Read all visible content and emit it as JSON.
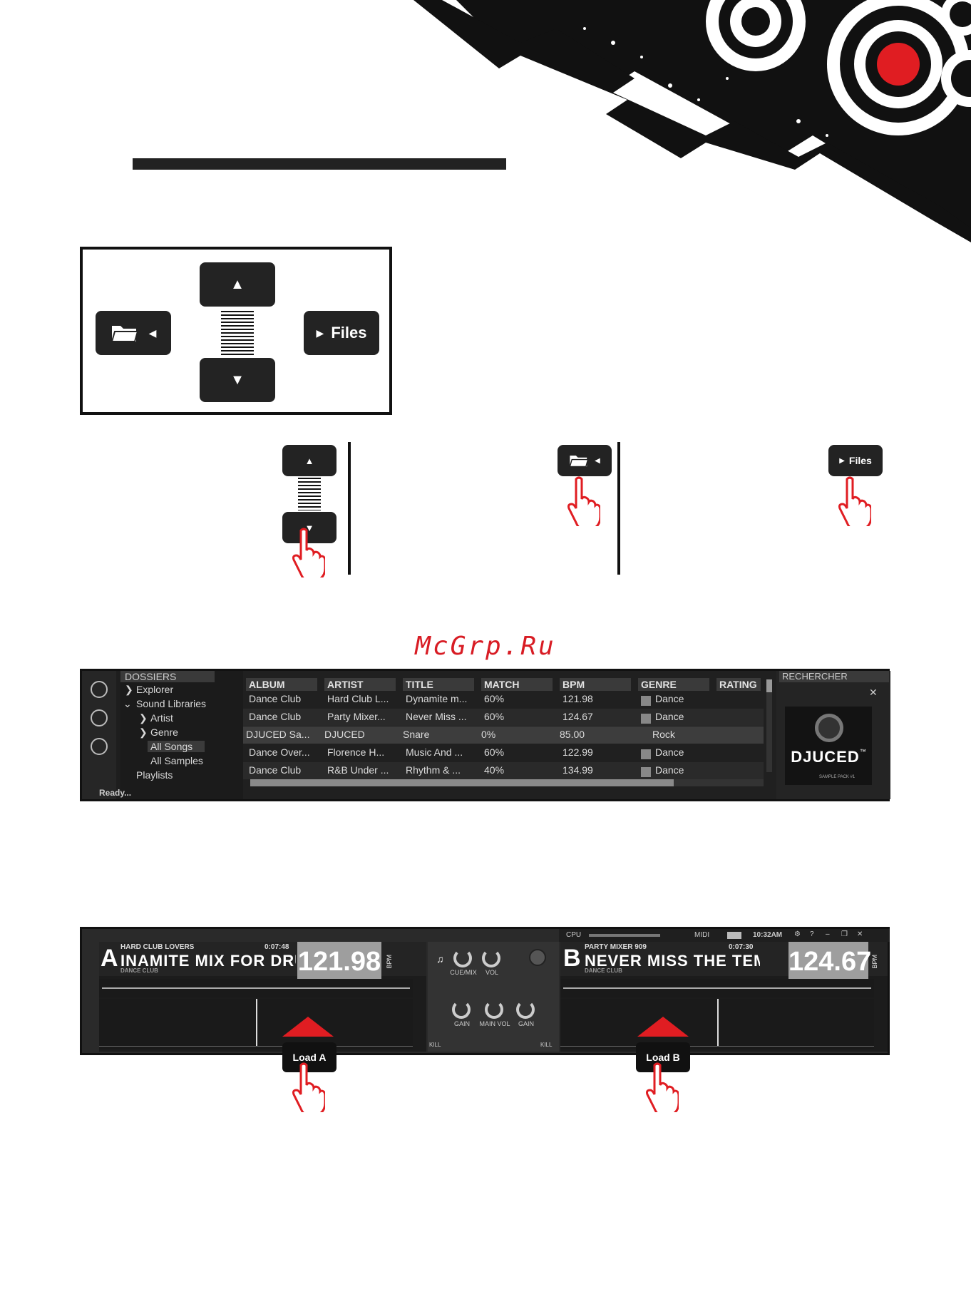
{
  "controller": {
    "files_label": "Files"
  },
  "watermark": "McGrp.Ru",
  "browser": {
    "folders_header": "DOSSIERS",
    "tree": [
      "Explorer",
      "Sound Libraries",
      "Artist",
      "Genre",
      "All Songs",
      "All Samples",
      "Playlists"
    ],
    "status": "Ready...",
    "columns": [
      "ALBUM",
      "ARTIST",
      "TITLE",
      "MATCH",
      "BPM",
      "GENRE",
      "RATING"
    ],
    "rows": [
      {
        "album": "Dance Club",
        "artist": "Hard Club L...",
        "title": "Dynamite m...",
        "match": "60%",
        "bpm": "121.98",
        "genre": "Dance"
      },
      {
        "album": "Dance Club",
        "artist": "Party Mixer...",
        "title": "Never Miss ...",
        "match": "60%",
        "bpm": "124.67",
        "genre": "Dance"
      },
      {
        "album": "DJUCED Sa...",
        "artist": "DJUCED",
        "title": "Snare",
        "match": "0%",
        "bpm": "85.00",
        "genre": "Rock"
      },
      {
        "album": "Dance Over...",
        "artist": "Florence H...",
        "title": "Music And ...",
        "match": "60%",
        "bpm": "122.99",
        "genre": "Dance"
      },
      {
        "album": "Dance Club",
        "artist": "R&B Under ...",
        "title": "Rhythm & ...",
        "match": "40%",
        "bpm": "134.99",
        "genre": "Dance"
      }
    ],
    "search_header": "RECHERCHER",
    "close_glyph": "✕",
    "logo_text": "DJUCED",
    "logo_tm": "™",
    "logo_caption": "SAMPLE PACK #1"
  },
  "decks": {
    "topbar": {
      "cpu": "CPU",
      "midi": "MIDI",
      "time": "10:32AM"
    },
    "deck_a": {
      "letter": "A",
      "artist": "HARD CLUB LOVERS",
      "time": "0:07:48",
      "title": "INAMITE MIX FOR DRUMS A",
      "album": "DANCE CLUB",
      "bpm": "121.98",
      "bpm_unit": "BPM"
    },
    "deck_b": {
      "letter": "B",
      "artist": "PARTY MIXER 909",
      "time": "0:07:30",
      "title": "NEVER MISS THE TEMPO",
      "album": "DANCE CLUB",
      "bpm": "124.67",
      "bpm_unit": "BPM"
    },
    "mixer": {
      "cue_mix": "CUE/MIX",
      "vol": "VOL",
      "gain_left": "GAIN",
      "main_vol": "MAIN VOL",
      "gain_right": "GAIN",
      "kill_left": "KILL",
      "kill_right": "KILL"
    }
  },
  "load": {
    "a": "Load A",
    "b": "Load B"
  }
}
